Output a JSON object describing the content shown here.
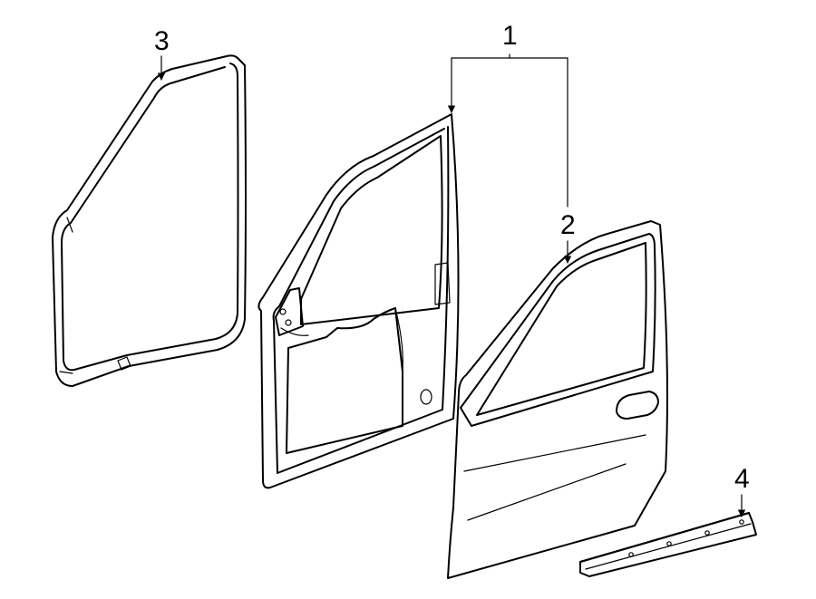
{
  "callouts": {
    "c1": "1",
    "c2": "2",
    "c3": "3",
    "c4": "4"
  },
  "parts": [
    {
      "number": "1",
      "icon": "door-shell-icon"
    },
    {
      "number": "2",
      "icon": "door-outer-panel-icon"
    },
    {
      "number": "3",
      "icon": "weatherstrip-seal-icon"
    },
    {
      "number": "4",
      "icon": "sill-plate-icon"
    }
  ],
  "colors": {
    "line": "#000000",
    "background": "#ffffff"
  }
}
